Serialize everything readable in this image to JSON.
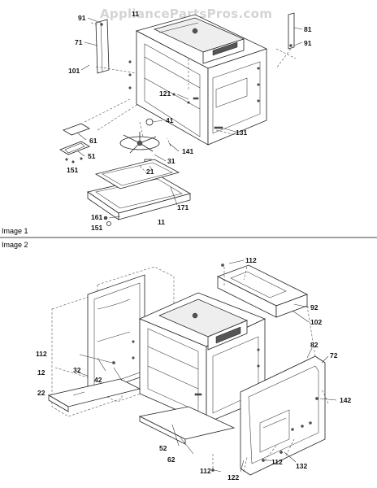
{
  "watermark": "AppliancePartsPros.com",
  "image1": {
    "caption": "Image 1",
    "callouts": {
      "c91a": "91",
      "c11a": "11",
      "c71": "71",
      "c101": "101",
      "c81": "81",
      "c91b": "91",
      "c121": "121",
      "c41": "41",
      "c131": "131",
      "c61": "61",
      "c51": "51",
      "c141": "141",
      "c31": "31",
      "c151a": "151",
      "c21": "21",
      "c171": "171",
      "c161": "161",
      "c151b": "151",
      "c11b": "11"
    }
  },
  "image2": {
    "caption": "Image 2",
    "callouts": {
      "c112a": "112",
      "c92": "92",
      "c102": "102",
      "c82": "82",
      "c72": "72",
      "c112b": "112",
      "c12": "12",
      "c32": "32",
      "c42": "42",
      "c22": "22",
      "c142": "142",
      "c52": "52",
      "c62": "62",
      "c112c": "112",
      "c122": "122",
      "c112d": "112",
      "c132": "132"
    }
  }
}
